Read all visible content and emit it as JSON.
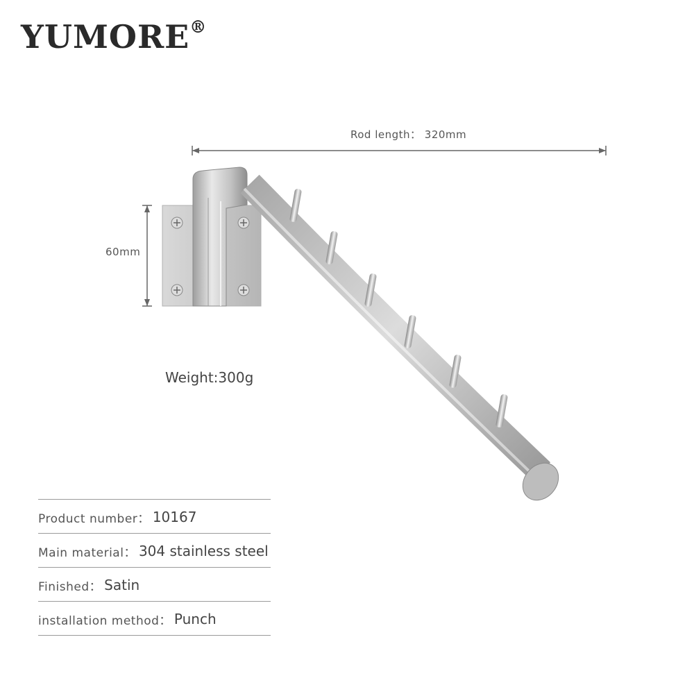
{
  "brand": {
    "name": "YUMORE",
    "registered_mark": "®"
  },
  "dimensions": {
    "rod_length_label": "Rod length： 320mm",
    "height_label": "60mm"
  },
  "weight": "Weight:300g",
  "specs": [
    {
      "label": "Product number：",
      "value": "10167"
    },
    {
      "label": "Main material：",
      "value": "304 stainless steel"
    },
    {
      "label": "Finished：",
      "value": "Satin"
    },
    {
      "label": "installation method：",
      "value": "Punch"
    }
  ],
  "colors": {
    "steel_light": "#e6e6e6",
    "steel_mid": "#bdbdbd",
    "steel_dark": "#8c8c8c",
    "text": "#444444"
  }
}
